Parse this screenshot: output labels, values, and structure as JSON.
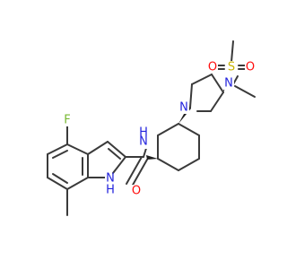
{
  "colors": {
    "bond": "#3a3a3a",
    "carbon": "#3a3a3a",
    "nitrogen": "#2222dd",
    "oxygen": "#ff0d0d",
    "sulfur": "#c8b400",
    "fluorine": "#77b830",
    "background": "#ffffff"
  },
  "molecule": {
    "atoms": {
      "fluorine": "F",
      "indole_nh": "H",
      "indole_n": "N",
      "amide_nh": "H",
      "amide_n": "N",
      "amide_o": "O",
      "pyrrolidine_n": "N",
      "sulfonamide_n": "N",
      "sulfur": "S",
      "sulfonyl_o1": "O",
      "sulfonyl_o2": "O"
    }
  }
}
